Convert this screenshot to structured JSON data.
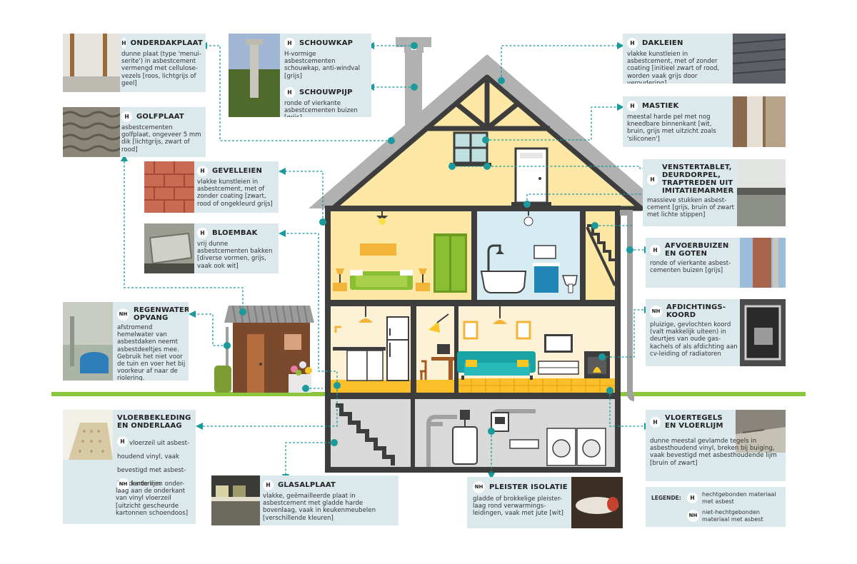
{
  "items": {
    "onderdakplaat": {
      "badge": "H",
      "title": "ONDERDAKPLAAT",
      "desc": "dunne plaat (type 'menui-serite') in asbestcement vermengd met cellulose-vezels [roos, lichtgrijs of geel]"
    },
    "golfplaat": {
      "badge": "H",
      "title": "GOLFPLAAT",
      "desc": "asbestcementen golfplaat, ongeveer 5 mm dik [lichtgrijs, zwart of rood]"
    },
    "gevelleien": {
      "badge": "H",
      "title": "GEVELLEIEN",
      "desc": "vlakke kunstleien in asbestcement, met of zonder coating [zwart, rood of ongekleurd grijs]"
    },
    "bloembak": {
      "badge": "H",
      "title": "BLOEMBAK",
      "desc": "vrij dunne asbestcementen bakken [diverse vormen, grijs, vaak ook wit]"
    },
    "regenwater": {
      "badge": "NH",
      "title": "REGENWATER-OPVANG",
      "desc": "afstromend hemelwater van asbestdaken neemt asbestdeeltjes mee. Gebruik het niet voor de tuin en voer het bij voorkeur af naar de riolering."
    },
    "schouwkap": {
      "badge": "H",
      "title": "SCHOUWKAP",
      "desc": "H-vormige asbestcementen schouwkap, anti-windval [grijs]"
    },
    "schouwpijp": {
      "badge": "H",
      "title": "SCHOUWPIJP",
      "desc": "ronde of vierkante asbestcementen buizen [grijs]"
    },
    "dakleien": {
      "badge": "H",
      "title": "DAKLEIEN",
      "desc": "vlakke kunstleien in asbestcement, met of zonder coating [initieel zwart of rood, worden vaak grijs door veroudering]"
    },
    "mastiek": {
      "badge": "H",
      "title": "MASTIEK",
      "desc": "meestal harde pel met nog kneedbare binnenkant [wit, bruin, grijs met uitzicht zoals 'siliconen']"
    },
    "venstertablet": {
      "badge": "H",
      "title": "VENSTERTABLET, DEURDORPEL, TRAPTREDEN UIT IMITATIEMARMER",
      "desc": "massieve stukken asbest-cement [grijs, bruin of zwart met lichte stippen]"
    },
    "afvoerbuizen": {
      "badge": "H",
      "title": "AFVOERBUIZEN EN GOTEN",
      "desc": "ronde of vierkante asbest-cementen buizen [grijs]"
    },
    "afdichtingskoord": {
      "badge": "NH",
      "title": "AFDICHTINGS-KOORD",
      "desc": "pluizige, gevlochten koord (valt makkelijk uiteen) in deurtjes van oude gas-kachels of als afdichting aan cv-leiding of radiatoren"
    },
    "vloerbekleding": {
      "title": "VLOERBEKLEDING EN ONDERLAAG",
      "b1": "H",
      "d1": "vloerzeil uit asbest-houdend vinyl, vaak bevestigd met asbest-houdende lijm",
      "b2": "NH",
      "d2": "kartonnen onder-laag aan de onderkant van vinyl vloerzeil [uitzicht gescheurde kartonnen schoendoos]"
    },
    "glasalplaat": {
      "badge": "H",
      "title": "GLASALPLAAT",
      "desc": "vlakke, geëmailleerde plaat in asbestcement met gladde harde bovenlaag, vaak in keukenmeubelen [verschillende kleuren]"
    },
    "pleister": {
      "badge": "NH",
      "title": "PLEISTER ISOLATIE",
      "desc": "gladde of brokkelige pleister-laag rond verwarmings-leidingen, vaak met jute [wit]"
    },
    "vloertegels": {
      "badge": "H",
      "title": "VLOERTEGELS EN VLOERLIJM",
      "desc": "dunne meestal gevlamde tegels in asbesthoudend vinyl, breken bij buiging, vaak bevestigd met asbesthoudende lijm [bruin of zwart]"
    }
  },
  "legend": {
    "title": "LEGENDE:",
    "h_badge": "H",
    "h_text": "hechtgebonden materiaal met asbest",
    "nh_badge": "NH",
    "nh_text": "niet-hechtgebonden materiaal met asbest"
  },
  "colors": {
    "card": "#dce9ec",
    "teal": "#1a9a9c",
    "wall": "#3d3d3d",
    "roof": "#b1b1b1",
    "ground": "#8cc63f",
    "attic": "#fde7a5",
    "livingwall": "#fef2d6",
    "green": "#8bbf33",
    "blue": "#1f86b5"
  }
}
